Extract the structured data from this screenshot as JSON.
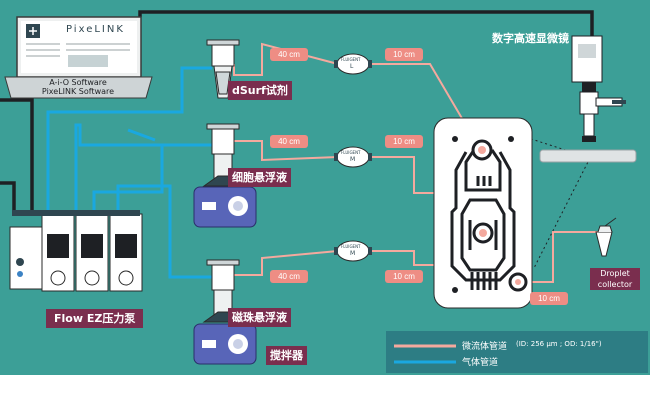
{
  "title_scope": "数字高速显微镜",
  "laptop": {
    "logo": "PixeLINK",
    "software_line1": "A-i-O Software",
    "software_line2": "PixeLINK Software"
  },
  "reagents": [
    "dSurf试剂",
    "细胞悬浮液",
    "磁珠悬浮液"
  ],
  "stirrer": "搅拌器",
  "pump": "Flow EZ压力泵",
  "lengths": {
    "in1": "40 cm",
    "out1": "10 cm",
    "in2": "40 cm",
    "out2": "10 cm",
    "in3": "40 cm",
    "out3": "10 cm",
    "droplet": "10 cm"
  },
  "sensors": [
    {
      "brand": "FLUIGENT",
      "size": "L"
    },
    {
      "brand": "FLUIGENT",
      "size": "M"
    },
    {
      "brand": "FLUIGENT",
      "size": "M"
    }
  ],
  "droplet": {
    "line1": "Droplet",
    "line2": "collector"
  },
  "legend": {
    "micro": "微流体管道",
    "micro_spec": "(ID: 256 μm ; OD: 1/16\")",
    "gas": "气体管道"
  },
  "colors": {
    "bg": "#3c9f97",
    "tube": "#f4a99e",
    "gas": "#1aa8e0",
    "dark": "#1e2024",
    "reagent": "#7a2e4e",
    "tag": "#ee8d84",
    "legend_bg": "#2d7d84"
  }
}
